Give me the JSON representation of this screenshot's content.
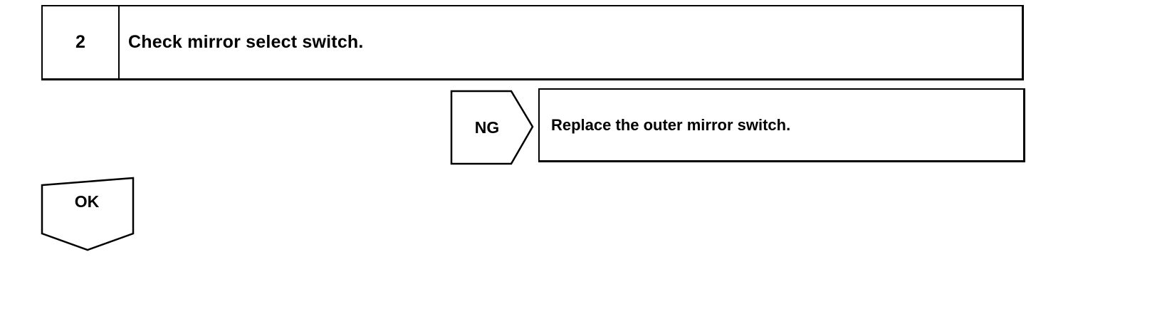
{
  "step": {
    "number": "2",
    "title": "Check mirror select switch."
  },
  "ng_branch": {
    "label": "NG",
    "action": "Replace the outer mirror switch."
  },
  "ok_branch": {
    "label": "OK"
  }
}
